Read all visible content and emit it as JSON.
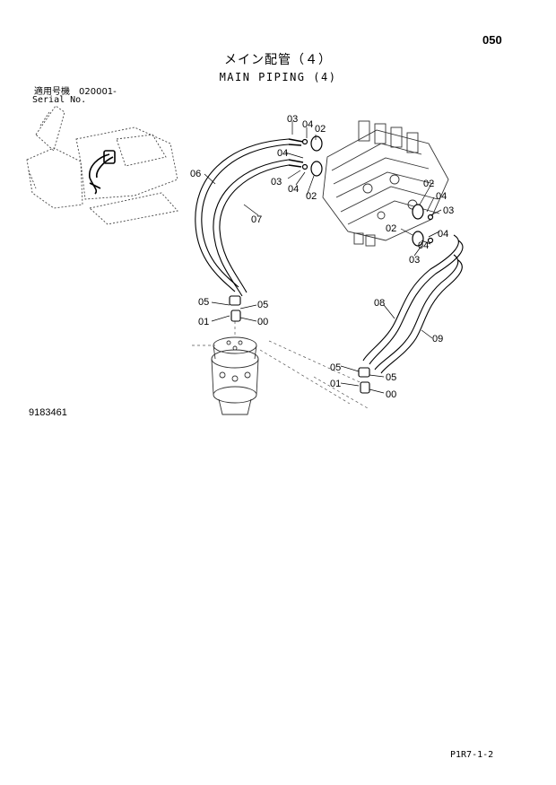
{
  "page_number": "050",
  "title_jp": "メイン配管（４）",
  "title_en": "MAIN PIPING (4)",
  "serial": {
    "label_jp": "適用号機　020001-",
    "label_en": "Serial No."
  },
  "diagram_id": "9183461",
  "footer_code": "P1R7-1-2",
  "callouts": [
    "03",
    "04",
    "02",
    "04",
    "03",
    "04",
    "02",
    "06",
    "07",
    "02",
    "04",
    "03",
    "02",
    "04",
    "04",
    "03",
    "05",
    "05",
    "01",
    "00",
    "08",
    "09",
    "05",
    "05",
    "01",
    "00"
  ]
}
